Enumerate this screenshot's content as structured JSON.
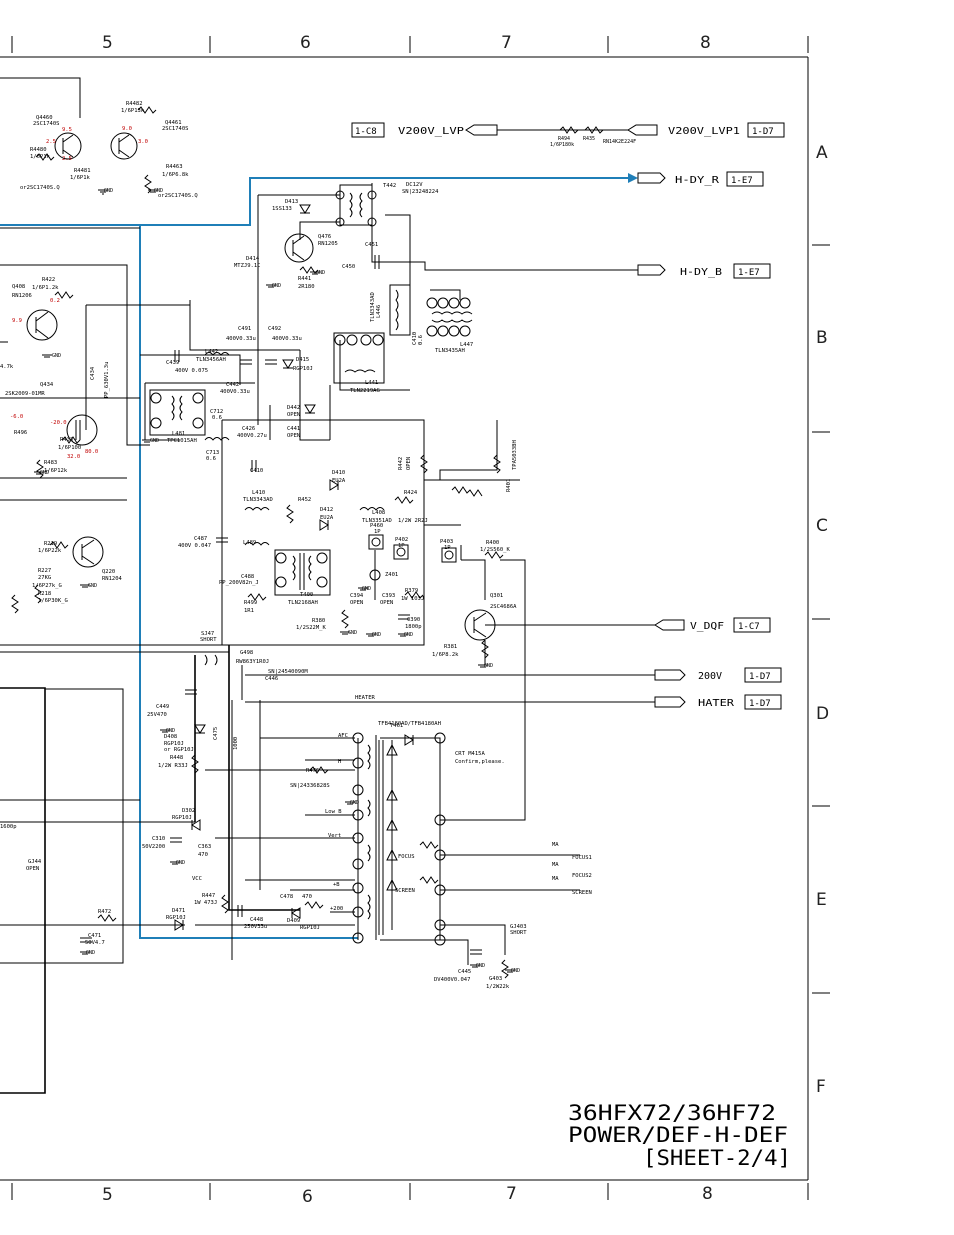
{
  "grid": {
    "columns": [
      "5",
      "6",
      "7",
      "8"
    ],
    "rows": [
      "A",
      "B",
      "C",
      "D",
      "E",
      "F"
    ]
  },
  "title": {
    "model": "36HFX72/36HF72",
    "name": "POWER/DEF-H-DEF",
    "sheet": "[SHEET-2/4]"
  },
  "connectors": [
    {
      "net": "V200V_LVP",
      "ref": "1-C8",
      "side": "left"
    },
    {
      "net": "V200V_LVP1",
      "ref": "1-D7",
      "side": "right"
    },
    {
      "net": "H-DY_R",
      "ref": "1-E7",
      "side": "right"
    },
    {
      "net": "H-DY_B",
      "ref": "1-E7",
      "side": "right"
    },
    {
      "net": "V_DQF",
      "ref": "1-C7",
      "side": "right"
    },
    {
      "net": "200V",
      "ref": "1-D7",
      "side": "right"
    },
    {
      "net": "HATER",
      "ref": "1-D7",
      "side": "right"
    }
  ],
  "labels": {
    "q4460": "Q4460",
    "q4460_part": "2SC1740S",
    "r4482": "R4482",
    "r4482_v": "1/6P13k",
    "q4461": "Q4461",
    "q4461_part": "2SC1740S",
    "r4480": "R4480",
    "r4480_v": "1/6P1k",
    "r4481": "R4481",
    "r4481_v": "1/6P1k",
    "r4463": "R4463",
    "r4463_v": "1/6P6.8k",
    "or1": "or2SC1740S.Q",
    "or2": "or2SC1740S.Q",
    "v1": "9.5",
    "v2": "2.5",
    "v3": "2.5",
    "v4": "9.0",
    "v5": "3.0",
    "r494": "R494",
    "r494_v": "1/6P180k",
    "r435": "R435",
    "rn": "RN14K2E224F",
    "d413": "D413",
    "d413_p": "1SS133",
    "t442_l": "T442",
    "dc12v": "DC12V",
    "sn": "SN|23248224",
    "q476": "Q476",
    "q476_p": "RN1205",
    "c451": "C451",
    "c450": "C450",
    "d414": "D414",
    "d414_p": "MTZJ9.1C",
    "r441": "R441",
    "r441_v": "2R180",
    "q408": "Q408",
    "q408_p": "RN1206",
    "r422": "R422",
    "r422_v": "1/6P1.2k",
    "v9": "9.9",
    "v02": "0.2",
    "l446": "L446",
    "l446_p": "TLN3343AD",
    "c410b": "C410",
    "c410b_v": "0.6",
    "l447": "L447",
    "l447_p": "TLN3435AH",
    "c491": "C491",
    "c491_v": "400V0.33u",
    "c492": "C492",
    "c492_v": "400V0.33u",
    "l442": "L442",
    "l442_p": "TLN3456AH",
    "c439": "C439",
    "c439_v": "400V 0.075",
    "d415": "D415",
    "d415_p": "RGP10J",
    "c434": "C434",
    "c434_v": "PP_630V1.3u",
    "q434": "Q434",
    "q434_p": "2SK2009-01MR",
    "l441": "L441",
    "l441_p": "TLN2219AG",
    "c442": "C442",
    "c442_v": "400V0.33u",
    "c712": "C712",
    "c712_v": "0.6",
    "d442": "D442",
    "d442_v": "OPEN",
    "c441": "C441",
    "c441_v": "OPEN",
    "c426": "C426",
    "c426_v": "400V0.27u",
    "l481": "L481",
    "l481_p": "TPC1015AH",
    "r496": "R496",
    "r433": "R433",
    "r433_v": "1/6P100",
    "r483": "R483",
    "r483_v": "1/6P12k",
    "vm6": "-6.0",
    "vm20": "-20.0",
    "v32": "32.0",
    "v80": "80.0",
    "c713": "C713",
    "c713_v": "0.6",
    "c410": "C410",
    "d410": "D410",
    "d410_p": "EU2A",
    "l410": "L410",
    "l410_p": "TLN3343AD",
    "r452": "R452",
    "d412": "D412",
    "d412_p": "EU2A",
    "r424": "R424",
    "l408": "L408",
    "l408_p": "TLN3351AD",
    "r1w": "1/2W 2R2J",
    "r442": "R442",
    "r442_v": "OPEN",
    "tpa": "TPA5033BH",
    "r401": "R401",
    "c487": "C487",
    "c487_v": "400V 0.047",
    "l489": "L489",
    "p460": "P460",
    "p460_v": "1P",
    "p402": "P402",
    "p402_v": "1P",
    "p403": "P403",
    "p403_v": "1P",
    "r400": "R400",
    "r400_v": "1/2S560_K",
    "c488": "C488",
    "c488_v": "PP_200V82n_J",
    "z401": "Z401",
    "q301": "Q301",
    "q301_p": "2SC4686A",
    "t400": "T400",
    "t400_p": "TLN2168AH",
    "r499": "R499",
    "r499_v": "1R1",
    "r380": "R380",
    "r380_v": "1/2S22M_K",
    "c394": "C394",
    "c394_v": "OPEN",
    "c393": "C393",
    "c393_v": "OPEN",
    "r379": "R379",
    "r379_v": "1W 103J",
    "c390": "C390",
    "c390_v": "1800p",
    "r381": "R381",
    "r381_v": "1/6P8.2k",
    "r219": "R219",
    "r219_v": "1/6P22k",
    "q220": "Q220",
    "q220_p": "RN1204",
    "r227": "R227",
    "r227_v": "27KG",
    "r227b": "1/6P27k_G",
    "r218": "R218",
    "r218_v": "1/6P30K_G",
    "sj47": "SJ47",
    "sj47_v": "SHORT",
    "g498": "G498",
    "g498_v": "RW863Y1R0J",
    "sn2": "SN|24540090M",
    "c446": "C446",
    "heater": "HEATER",
    "c449": "C449",
    "c449_v": "25V470",
    "d408": "D408",
    "d408_p": "RGP10J",
    "d408_o": "or RGP10J",
    "r448": "R448",
    "r448_v": "1/2W R33J",
    "c475": "C475",
    "r1000": "1000",
    "t461": "T461",
    "t461_p": "TFB4180AD/TFB4180AH",
    "afc": "AFC",
    "h": "H",
    "r476": "R476",
    "sn3": "SN|24336828S",
    "lowb": "Low B",
    "vert": "Vert",
    "crt": "CRT M415A",
    "crt2": "Confirm,please.",
    "focus": "FOCUS",
    "screen": "SCREEN",
    "ma1": "MA",
    "ma2": "MA",
    "ma3": "MA",
    "focus1": "FOCUS1",
    "focus2": "FOCUS2",
    "screen2": "SCREEN",
    "d302": "D302",
    "d302_p": "RGP10J",
    "c310": "C310",
    "c310_v": "50V2200",
    "c363": "C363",
    "c363_v": "470",
    "vcc": "VCC",
    "r447": "R447",
    "r447_v": "1W 473J",
    "c478": "C478",
    "c478_v": "470",
    "d409": "D409",
    "d409_p": "RGP10J",
    "p200": "+200",
    "pb": "+B",
    "d471": "D471",
    "d471_p": "RGP10J",
    "c448": "C448",
    "c448_v": "250V33u",
    "c471": "C471",
    "c471_v": "50V4.7",
    "r472": "R472",
    "c1600": "1600p",
    "gj44": "GJ44",
    "gj44_v": "OPEN",
    "c445": "C445",
    "c445_v": "DV400V0.047",
    "g403": "G403",
    "g403_v": "1/2W22k",
    "sj403": "GJ403",
    "sj403_v": "SHORT",
    "gnd": "GND",
    "r4_7k": "4.7k",
    "ab": "AB",
    "l": "L",
    "b": "B"
  }
}
